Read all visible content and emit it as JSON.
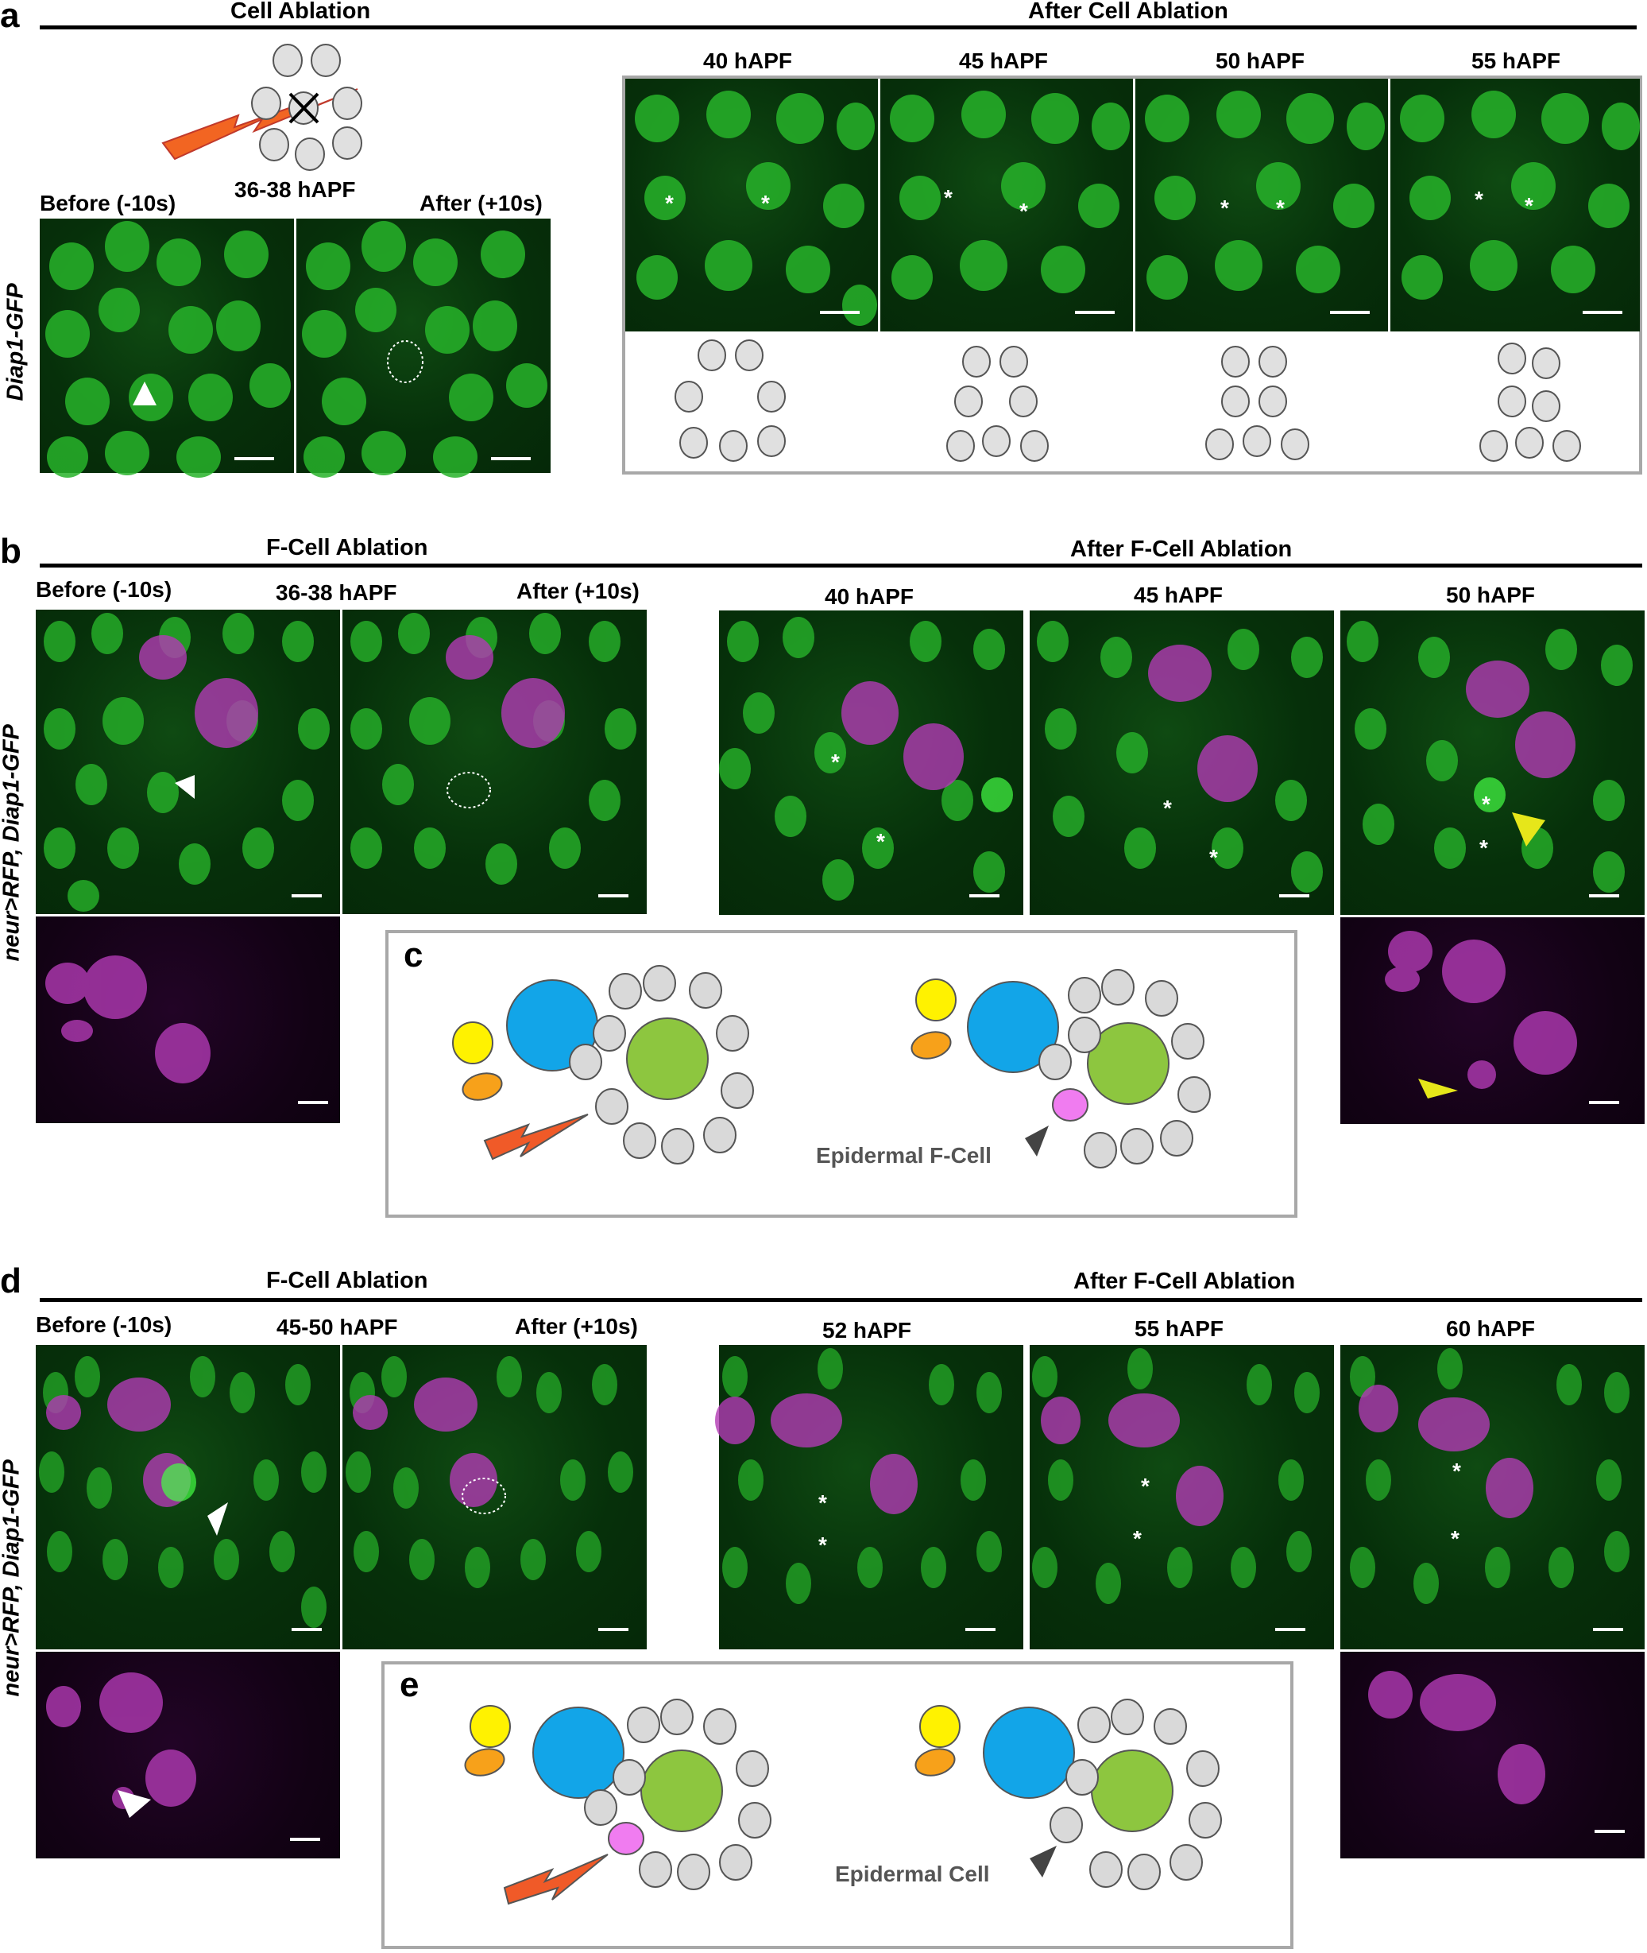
{
  "figure": {
    "a": {
      "letter": "a",
      "title_left": "Cell Ablation",
      "title_right": "After Cell Ablation",
      "schematic_time": "36-38 hAPF",
      "before": "Before (-10s)",
      "after": "After (+10s)",
      "ylabel": "Diap1-GFP",
      "timepoints": [
        "40 hAPF",
        "45 hAPF",
        "50 hAPF",
        "55 hAPF"
      ]
    },
    "b": {
      "letter": "b",
      "title_left": "F-Cell Ablation",
      "title_right": "After F-Cell Ablation",
      "before": "Before (-10s)",
      "time": "36-38 hAPF",
      "after": "After (+10s)",
      "ylabel": "neur>RFP, Diap1-GFP",
      "timepoints": [
        "40 hAPF",
        "45 hAPF",
        "50 hAPF"
      ]
    },
    "c": {
      "letter": "c",
      "label": "Epidermal F-Cell"
    },
    "d": {
      "letter": "d",
      "title_left": "F-Cell Ablation",
      "title_right": "After F-Cell Ablation",
      "before": "Before (-10s)",
      "time": "45-50 hAPF",
      "after": "After (+10s)",
      "ylabel": "neur>RFP, Diap1-GFP",
      "timepoints": [
        "52 hAPF",
        "55 hAPF",
        "60 hAPF"
      ]
    },
    "e": {
      "letter": "e",
      "label": "Epidermal Cell"
    },
    "marker": "*",
    "colors": {
      "gfp": "#2ecc2e",
      "rfp": "#c23ac4",
      "sensory_blue": "#12a5e8",
      "sensory_green": "#8dc63f",
      "yellow": "#fff200",
      "orange": "#f7a11a",
      "pink_fcell": "#f07cf0",
      "epidermal_grey": "#d9d9d9",
      "laser": "#f05a28"
    }
  }
}
